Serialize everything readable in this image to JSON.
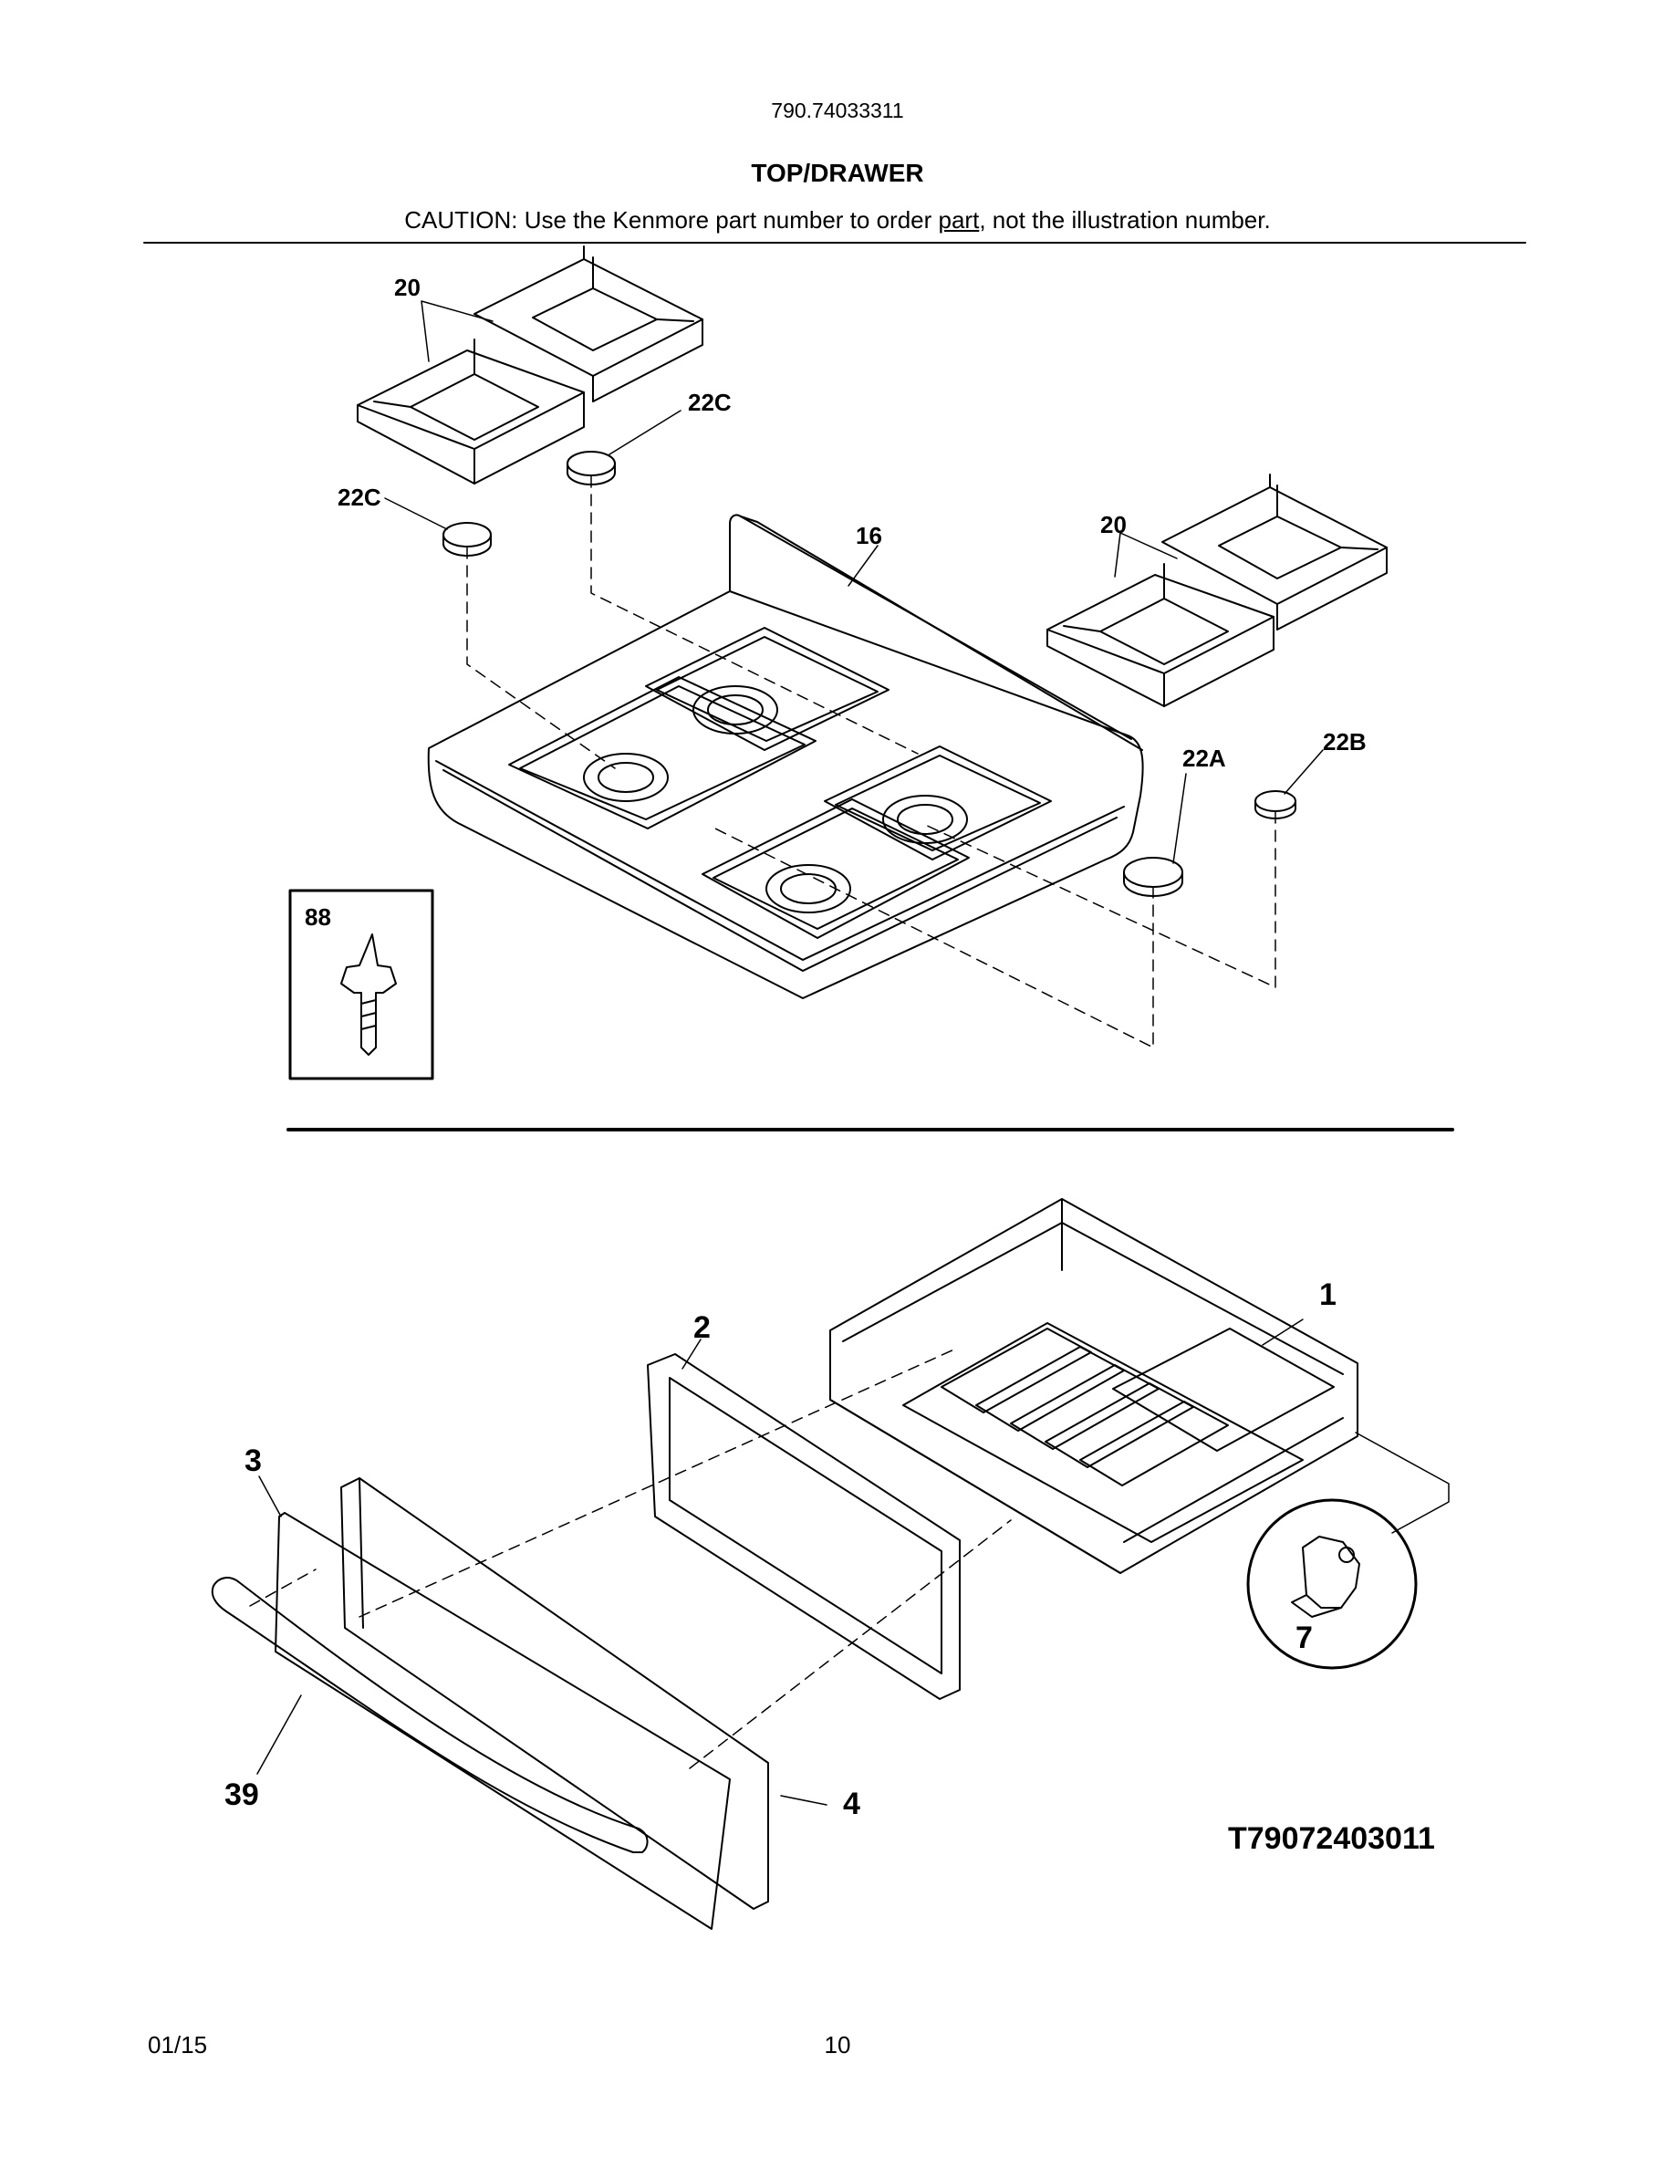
{
  "header": {
    "model_number": "790.74033311",
    "section_title": "TOP/DRAWER",
    "caution_prefix": "CAUTION: Use the Kenmore part number to order ",
    "caution_underlined": "part",
    "caution_suffix": ", not the illustration number."
  },
  "top_section": {
    "callouts": {
      "grate_left": "20",
      "grate_right": "20",
      "cap_left_upper": "22C",
      "cap_left_lower": "22C",
      "cooktop": "16",
      "cap_right_front": "22A",
      "cap_right_rear": "22B",
      "screw": "88"
    }
  },
  "bottom_section": {
    "callouts": {
      "drawer_body": "1",
      "drawer_liner": "2",
      "front_glass": "3",
      "drawer_panel": "4",
      "clip": "7",
      "handle": "39"
    },
    "figure_code": "T79072403011"
  },
  "footer": {
    "date": "01/15",
    "page": "10"
  }
}
